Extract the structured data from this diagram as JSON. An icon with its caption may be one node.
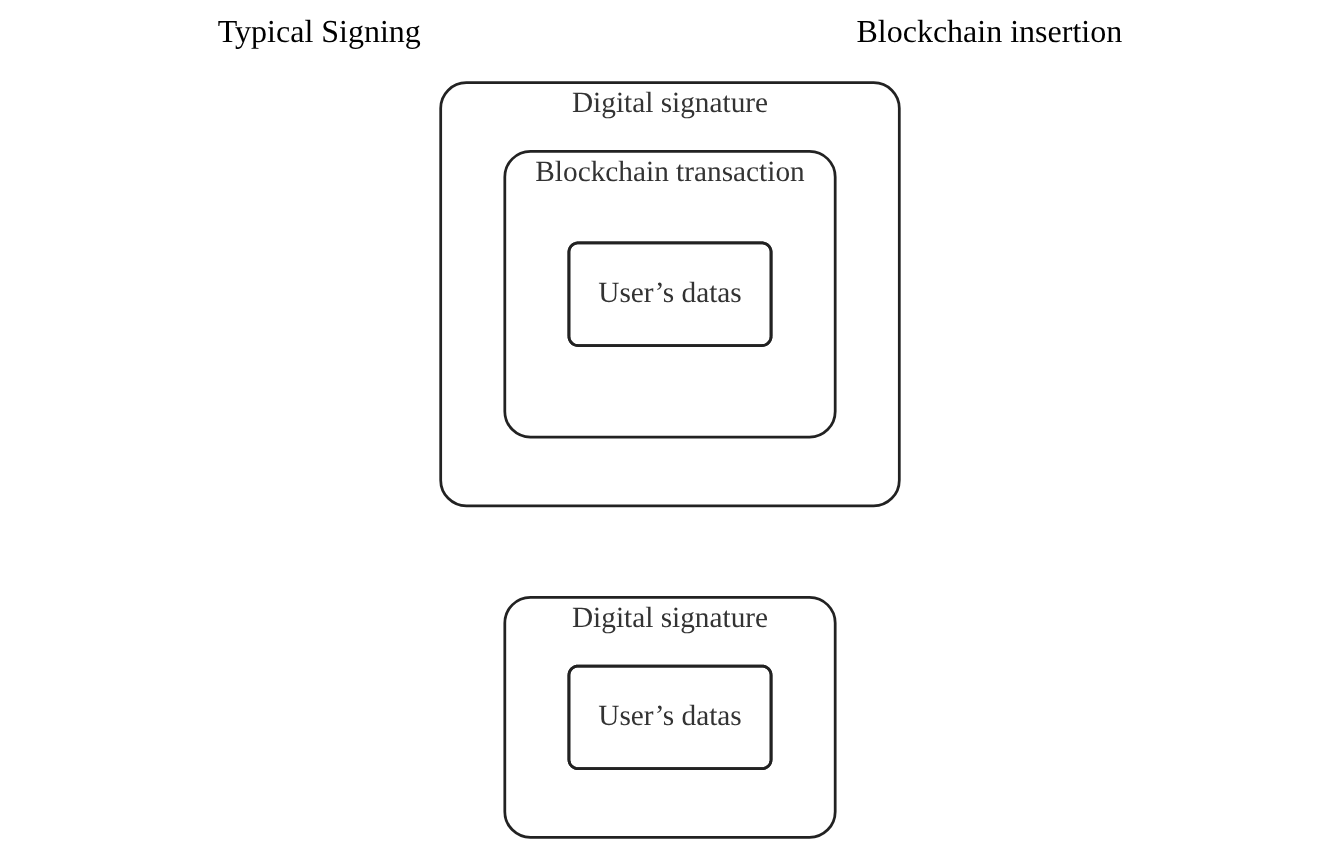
{
  "diagram": {
    "nodes": [
      {
        "text": [
          "Digital signature"
        ]
      },
      {
        "text": [
          "User’s datas"
        ],
        "in": 0
      },
      {
        "text": [
          "Digital signature"
        ]
      },
      {
        "text": [
          "Blockchain transaction"
        ],
        "in": 2
      },
      {
        "text": [
          "User’s datas"
        ],
        "in": 3
      }
    ],
    "labels": [
      "Typical Signing",
      "Blockchain insertion"
    ]
  }
}
